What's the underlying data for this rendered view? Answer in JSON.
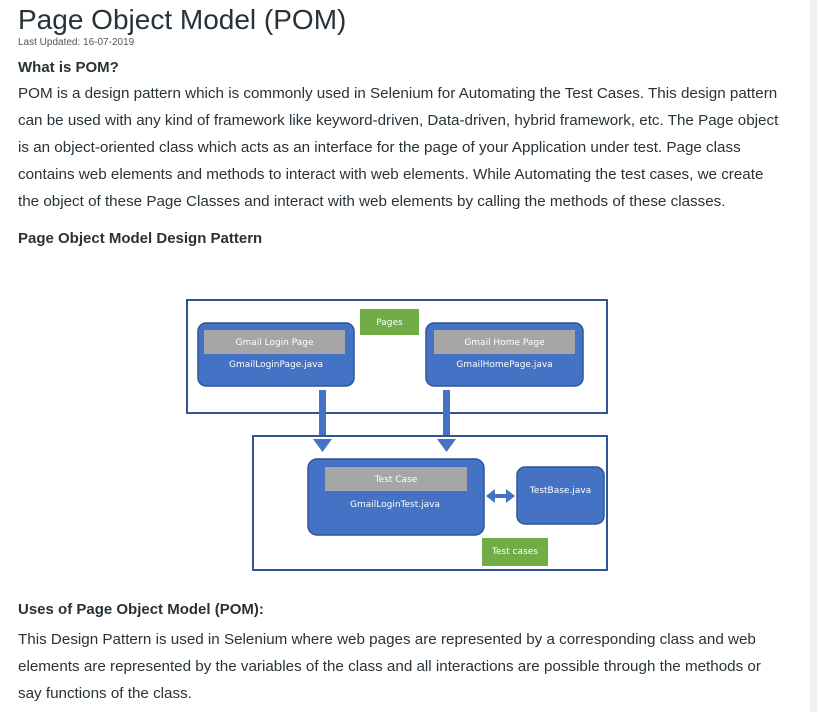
{
  "article": {
    "title": "Page Object Model (POM)",
    "last_updated": "Last Updated: 16-07-2019",
    "what_heading": "What is POM?",
    "what_paragraph": "POM is a design pattern which is commonly used in Selenium for Automating the Test Cases. This design pattern can be used with any kind of framework like keyword-driven, Data-driven, hybrid framework, etc. The Page object is an object-oriented class which acts as an interface for the page of your Application under test. Page class contains web elements and methods to interact with web elements. While Automating the test cases, we create the object of these Page Classes and interact with web elements by calling the methods of these classes.",
    "design_heading": "Page Object Model Design Pattern",
    "uses_heading": "Uses of Page Object Model (POM):",
    "uses_paragraph": "This Design Pattern is used in Selenium where web pages are represented by a corresponding class and web elements are represented by the variables of the class and all interactions are possible through the methods or say functions of the class."
  },
  "diagram": {
    "pages_tag": "Pages",
    "login_page_title": "Gmail Login Page",
    "login_page_file": "GmailLoginPage.java",
    "home_page_title": "Gmail Home Page",
    "home_page_file": "GmailHomePage.java",
    "test_case_title": "Test Case",
    "test_case_file": "GmailLoginTest.java",
    "test_base_file": "TestBase.java",
    "test_cases_tag": "Test cases",
    "colors": {
      "frame": "#2f5597",
      "box": "#4472c4",
      "box_border": "#2f5597",
      "label_bar": "#a6a6a6",
      "tag": "#70ad47",
      "arrow": "#4472c4"
    }
  }
}
